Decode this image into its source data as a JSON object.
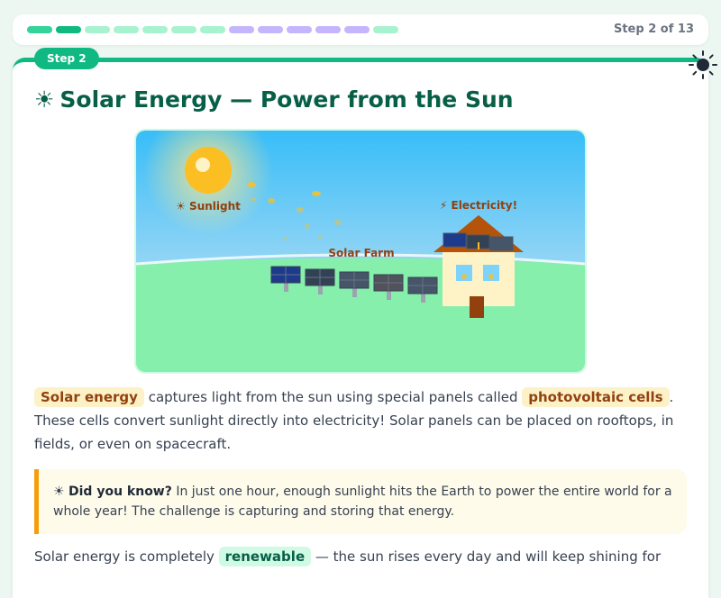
{
  "progress": {
    "segments": [
      "done",
      "current",
      "green",
      "green",
      "green",
      "green",
      "green",
      "purple",
      "purple",
      "purple",
      "purple",
      "purple",
      "green"
    ],
    "step_text": "Step 2 of 13"
  },
  "card": {
    "step_label": "Step 2",
    "title_icon": "☀",
    "title": "Solar Energy — Power from the Sun"
  },
  "scene": {
    "sunlight_label": "☀ Sunlight",
    "solar_farm_label": "Solar Farm",
    "electricity_label": "⚡ Electricity!"
  },
  "paragraph1": {
    "term1": "Solar energy",
    "text1": " captures light from the sun using special panels called ",
    "term2": "photovoltaic cells",
    "text2": ". These cells convert sunlight directly into electricity! Solar panels can be placed on rooftops, in fields, or even on spacecraft."
  },
  "callout": {
    "icon": "☀",
    "heading": "Did you know?",
    "text": " In just one hour, enough sunlight hits the Earth to power the entire world for a whole year! The challenge is capturing and storing that energy."
  },
  "paragraph2": {
    "text1": "Solar energy is completely ",
    "term": "renewable",
    "text2": " — the sun rises every day and will keep shining for"
  },
  "colors": {
    "accent": "#10b981",
    "title": "#065f46",
    "term_bg": "#fdf1c7",
    "term_text": "#92400e",
    "callout_border": "#f59e0b"
  }
}
